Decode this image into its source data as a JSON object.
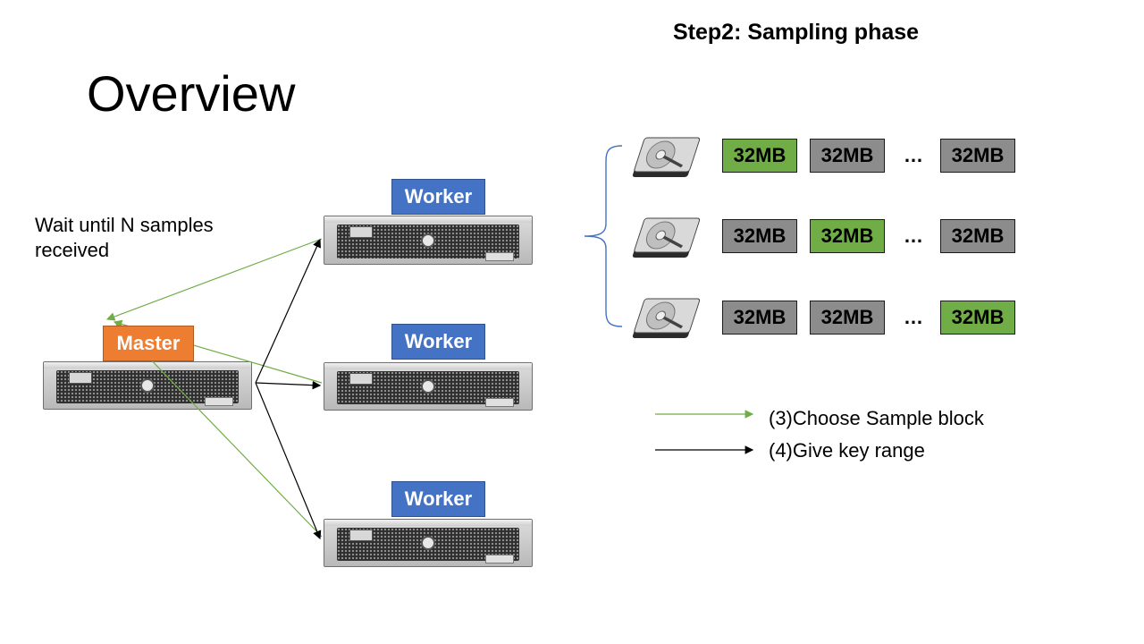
{
  "slide": {
    "step_title": "Step2: Sampling phase",
    "title": "Overview",
    "note": "Wait until N samples received",
    "master_label": "Master",
    "worker_labels": [
      "Worker",
      "Worker",
      "Worker"
    ],
    "disks": [
      {
        "blocks": [
          "32MB",
          "32MB",
          "32MB"
        ],
        "highlight_index": 0
      },
      {
        "blocks": [
          "32MB",
          "32MB",
          "32MB"
        ],
        "highlight_index": 1
      },
      {
        "blocks": [
          "32MB",
          "32MB",
          "32MB"
        ],
        "highlight_index": 2
      }
    ],
    "ellipsis": "…",
    "legend": [
      {
        "text": "(3)Choose Sample block",
        "color": "#70ad47"
      },
      {
        "text": "(4)Give key range",
        "color": "#000000"
      }
    ],
    "colors": {
      "worker": "#4472c4",
      "master": "#ed7d31",
      "sample_block": "#70ad47",
      "other_block": "#8c8c8c",
      "brace": "#4472c4"
    }
  }
}
